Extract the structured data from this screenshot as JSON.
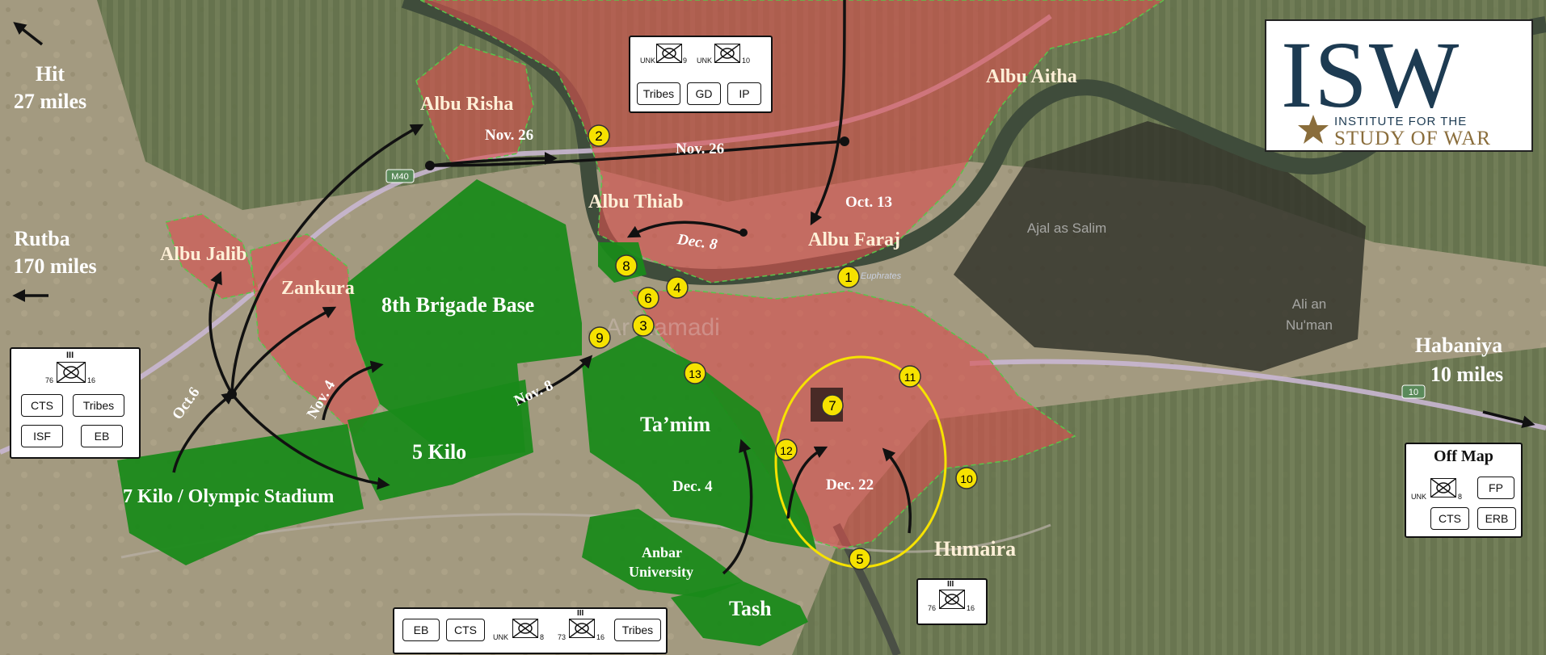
{
  "brand": {
    "logo_text": "ISW",
    "line1": "INSTITUTE FOR THE",
    "line2": "STUDY OF WAR",
    "colors": {
      "navy": "#1d3b52",
      "gold": "#8a6d3b"
    }
  },
  "colors": {
    "enemy_zone": "#d9504f",
    "friendly_zone": "#1a8a1a",
    "river": "#4d5a45",
    "road": "#b7a0c4",
    "marker": "#f6e200",
    "ring": "#f6e200"
  },
  "distances": [
    {
      "name": "Hit",
      "dist": "27 miles",
      "icon": "arrow-northwest-icon"
    },
    {
      "name": "Rutba",
      "dist": "170 miles",
      "icon": "arrow-west-icon"
    },
    {
      "name": "Habaniya",
      "dist": "10 miles",
      "icon": "arrow-east-icon"
    }
  ],
  "areas": {
    "albu_risha": "Albu Risha",
    "albu_aitha": "Albu Aitha",
    "albu_thiab": "Albu Thiab",
    "albu_faraj": "Albu Faraj",
    "albu_jalib": "Albu Jalib",
    "zankura": "Zankura",
    "brigade_base": "8th Brigade Base",
    "five_kilo": "5 Kilo",
    "seven_kilo": "7 Kilo / Olympic Stadium",
    "tamim": "Ta’mim",
    "anbar_line1": "Anbar",
    "anbar_line2": "University",
    "tash": "Tash",
    "humaira": "Humaira"
  },
  "basemap": {
    "ajal": "Ajal as Salim",
    "ali1": "Ali an",
    "ali2": "Nu'man",
    "euphrates": "Euphrates",
    "ramadi": "Ar Ramadi",
    "m40": "M40",
    "r10": "10"
  },
  "dates": {
    "nov26_a": "Nov. 26",
    "nov26_b": "Nov. 26",
    "oct13": "Oct. 13",
    "dec8": "Dec. 8",
    "oct6": "Oct.6",
    "nov4": "Nov. 4",
    "nov8": "Nov. 8",
    "dec4": "Dec. 4",
    "dec22": "Dec. 22"
  },
  "markers": [
    "1",
    "2",
    "3",
    "4",
    "5",
    "6",
    "7",
    "8",
    "9",
    "10",
    "11",
    "12",
    "13"
  ],
  "units": {
    "north": {
      "sym1_unk": "UNK",
      "sym1_num": "9",
      "sym2_unk": "UNK",
      "sym2_num": "10",
      "chips": [
        "Tribes",
        "GD",
        "IP"
      ]
    },
    "west": {
      "echelon": "III",
      "left": "76",
      "right": "16",
      "chips": [
        "CTS",
        "Tribes",
        "ISF",
        "EB"
      ]
    },
    "south": {
      "chips_pre": [
        "EB",
        "CTS"
      ],
      "sym1_unk": "UNK",
      "sym1_num": "8",
      "sym2_echelon": "III",
      "sym2_left": "73",
      "sym2_right": "16",
      "chip_post": "Tribes"
    },
    "humaira": {
      "echelon": "III",
      "left": "76",
      "right": "16"
    },
    "offmap": {
      "title": "Off Map",
      "sym_unk": "UNK",
      "sym_num": "8",
      "chips": [
        "FP",
        "CTS",
        "ERB"
      ]
    }
  }
}
